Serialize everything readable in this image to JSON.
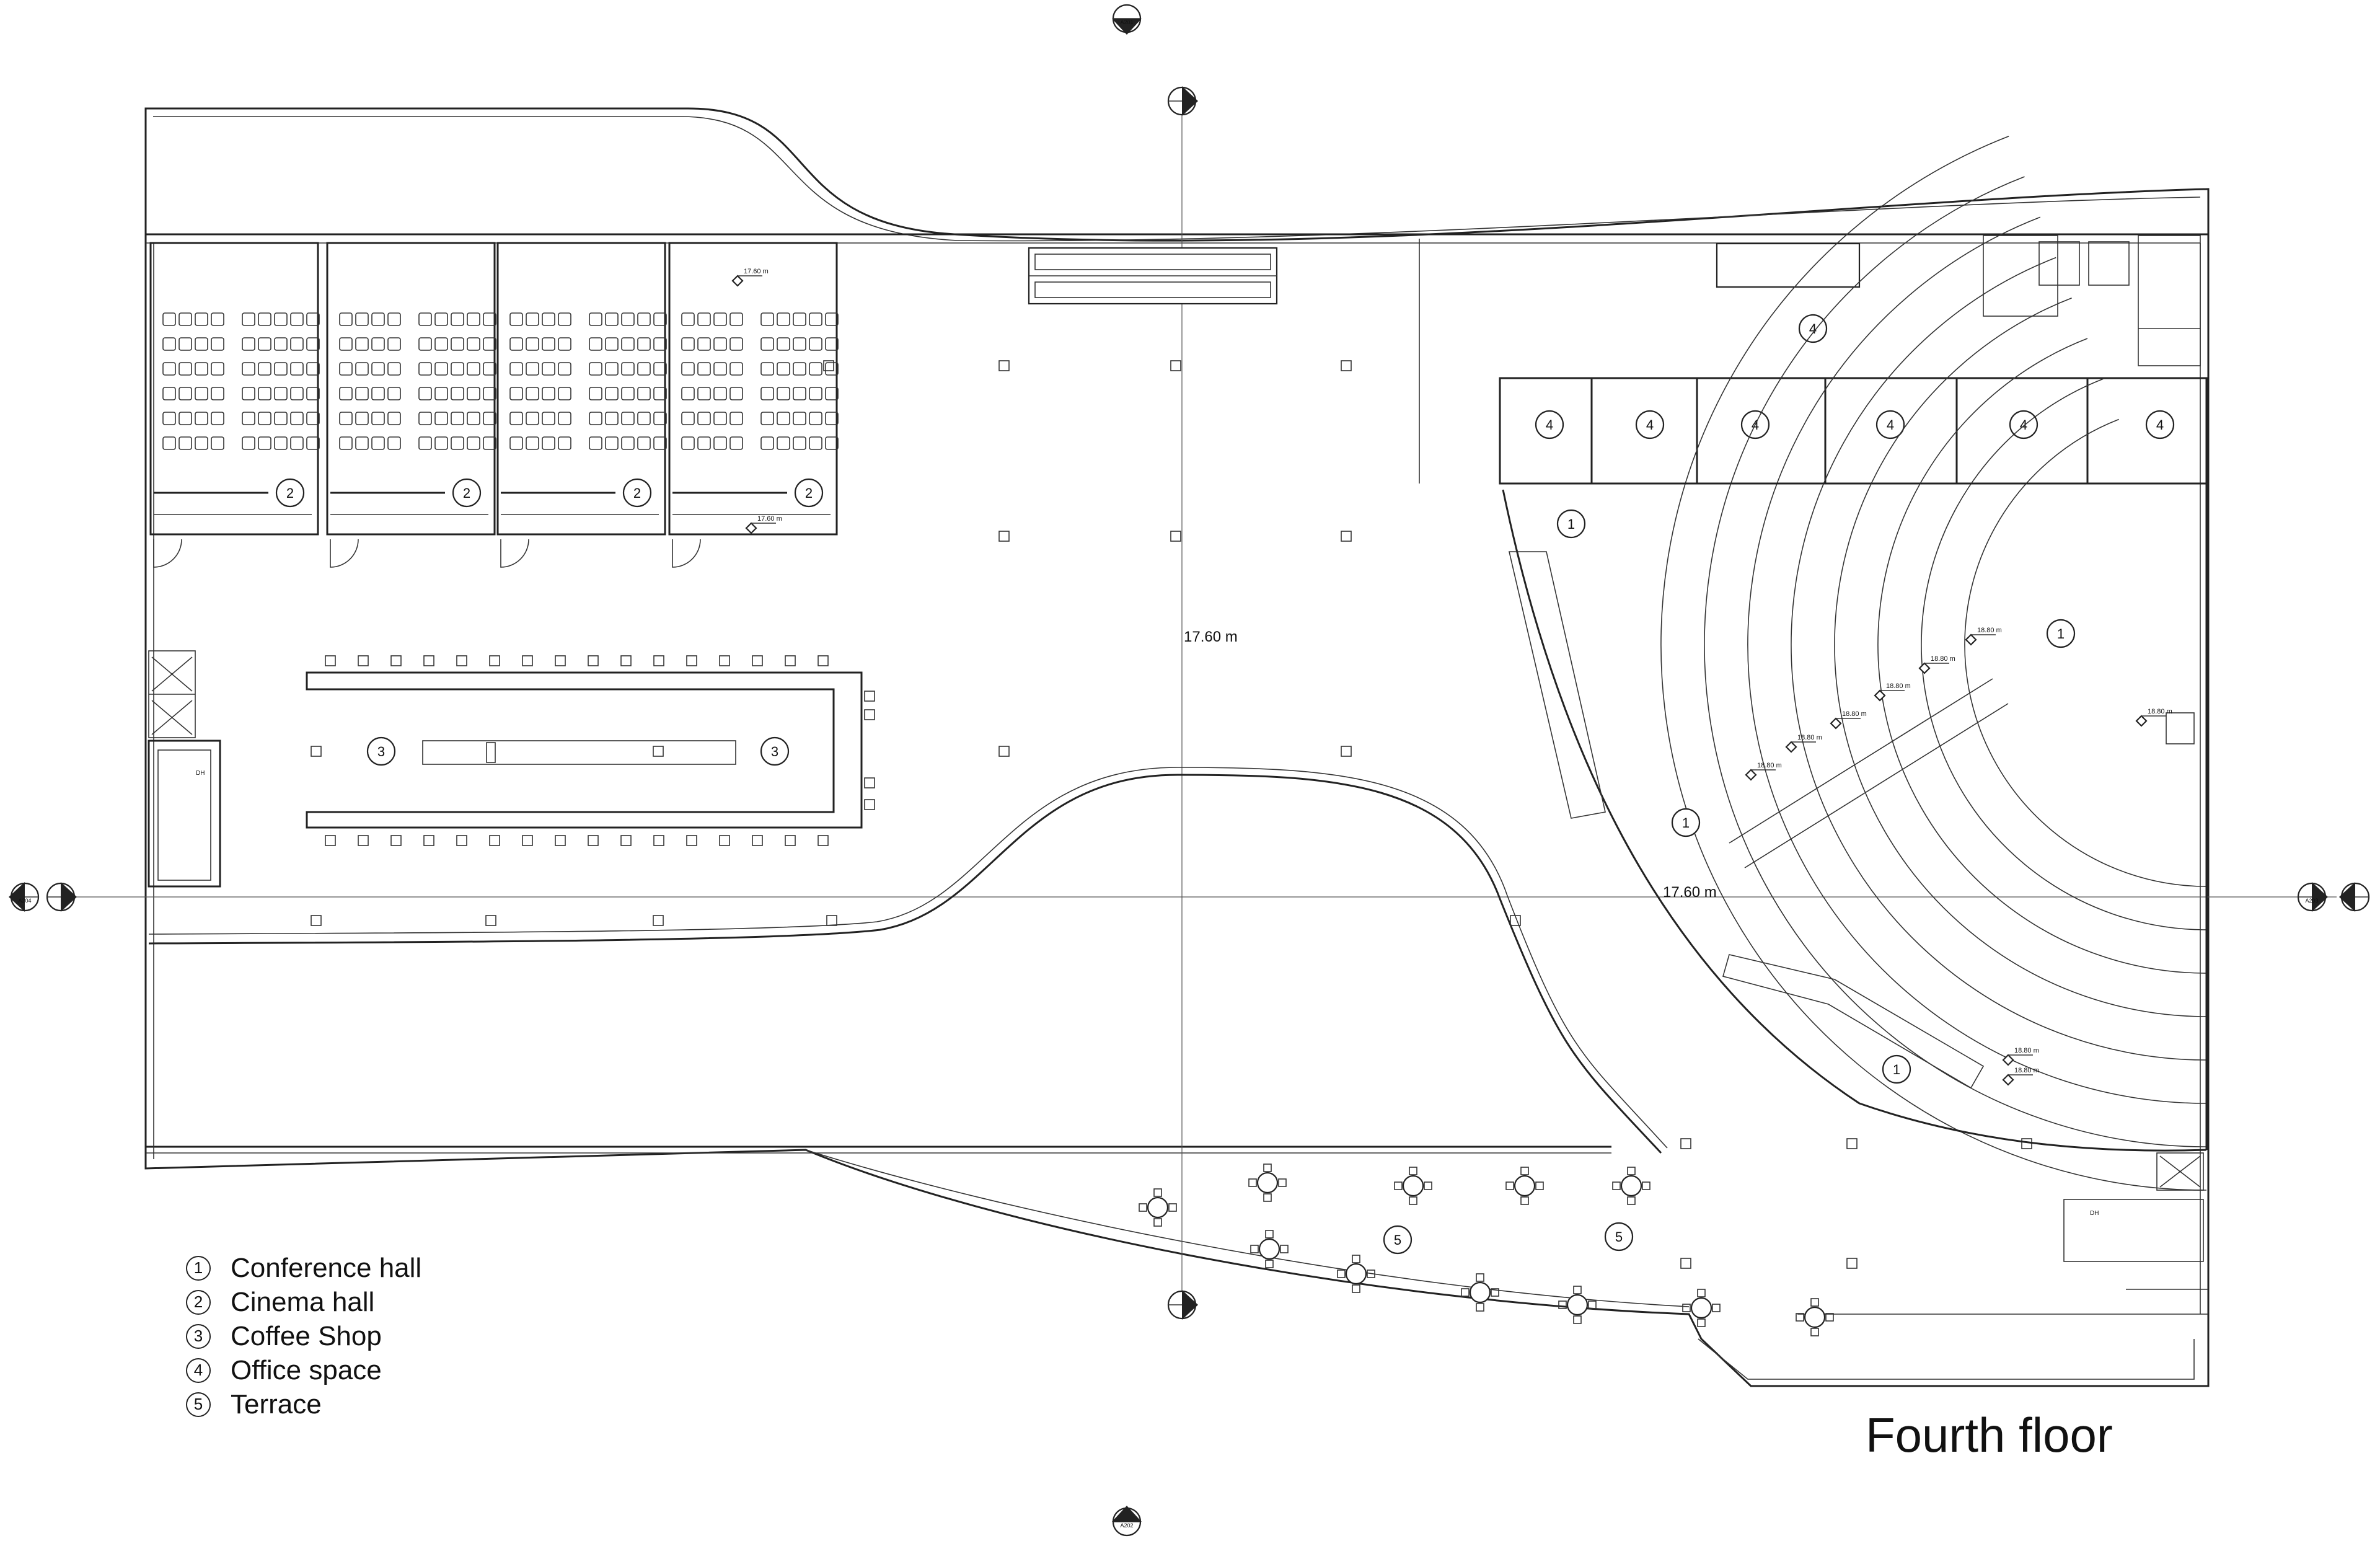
{
  "floor_title": "Fourth floor",
  "legend": [
    {
      "num": "1",
      "label": "Conference hall"
    },
    {
      "num": "2",
      "label": "Cinema hall"
    },
    {
      "num": "3",
      "label": "Coffee Shop"
    },
    {
      "num": "4",
      "label": "Office space"
    },
    {
      "num": "5",
      "label": "Terrace"
    }
  ],
  "elevations": {
    "main": "17.60 m",
    "cinema": "17.60 m",
    "conference": "18.80 m"
  },
  "grid_labels": {
    "top": "A201",
    "bottom": "A202",
    "left": "A204",
    "right": "A203"
  },
  "room_tags": {
    "cinema": [
      "2",
      "2",
      "2",
      "2"
    ],
    "coffee": [
      "3",
      "3"
    ],
    "office": [
      "4",
      "4",
      "4",
      "4",
      "4",
      "4",
      "4"
    ],
    "conference": [
      "1",
      "1",
      "1",
      "1"
    ],
    "terrace": [
      "5",
      "5"
    ]
  },
  "door_label": "DH"
}
